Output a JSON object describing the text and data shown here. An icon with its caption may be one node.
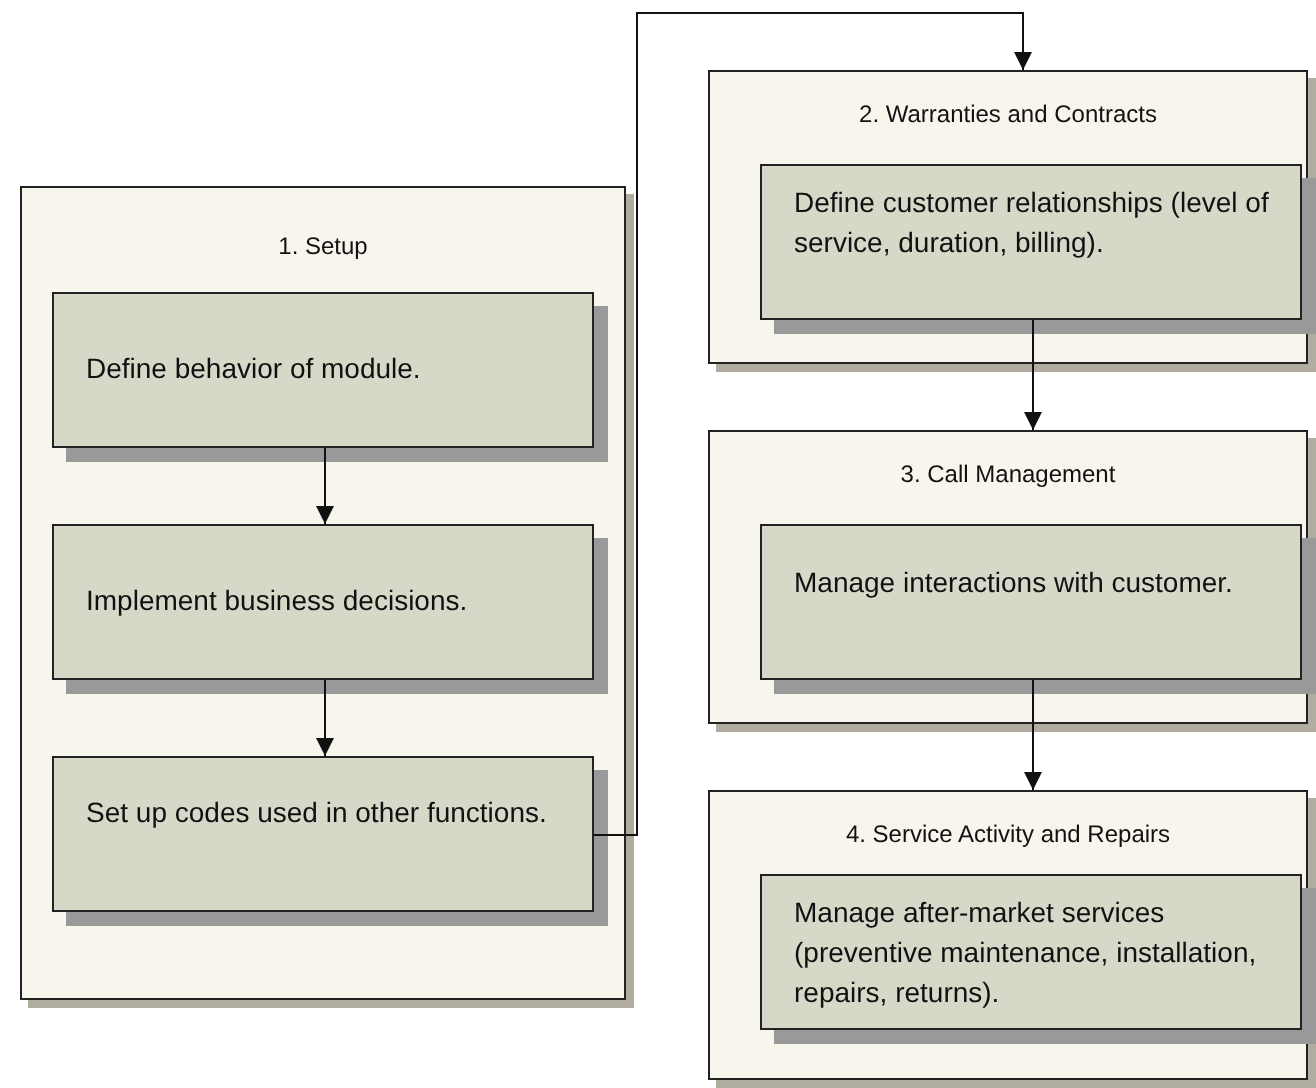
{
  "diagram": {
    "nodes": [
      {
        "text": [
          "1. Setup"
        ]
      },
      {
        "text": [
          "Define behavior of module."
        ],
        "in": 0
      },
      {
        "text": [
          "Implement business decisions."
        ],
        "in": 0
      },
      {
        "text": [
          "Set up codes used in other functions."
        ],
        "in": 0
      },
      {
        "text": [
          "2. Warranties and Contracts"
        ]
      },
      {
        "text": [
          "Define customer relationships (level of service, duration, billing)."
        ],
        "in": 4
      },
      {
        "text": [
          "3. Call Management"
        ]
      },
      {
        "text": [
          "Manage interactions with customer."
        ],
        "in": 6
      },
      {
        "text": [
          "4. Service Activity and Repairs"
        ]
      },
      {
        "text": [
          "Manage after-market services (preventive maintenance, installation, repairs, returns)."
        ],
        "in": 8
      }
    ],
    "edges": [
      {
        "from": 1,
        "to": 2,
        "arrow": "to"
      },
      {
        "from": 2,
        "to": 3,
        "arrow": "to"
      },
      {
        "from": 3,
        "to": 4,
        "arrow": "to"
      },
      {
        "from": 5,
        "to": 6,
        "arrow": "to"
      },
      {
        "from": 7,
        "to": 8,
        "arrow": "to"
      }
    ]
  }
}
